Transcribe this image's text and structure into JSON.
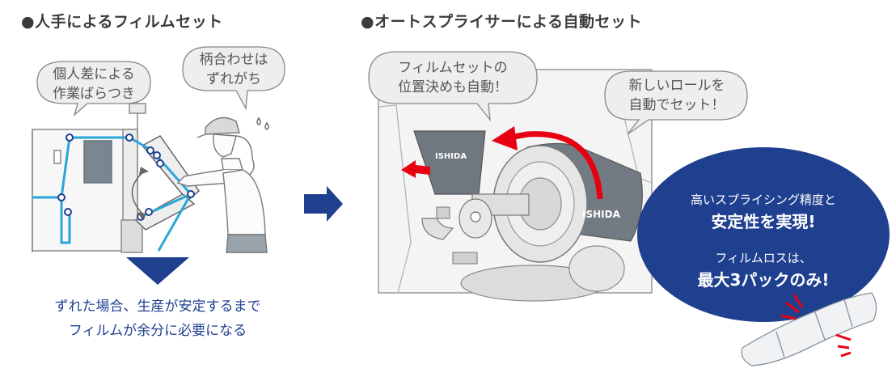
{
  "left_section": {
    "heading": "●人手によるフィルムセット",
    "bubble_worker": [
      "個人差による",
      "作業ばらつき"
    ],
    "bubble_pattern": [
      "柄合わせは",
      "ずれがち"
    ],
    "caption": [
      "ずれた場合、生産が安定するまで",
      "フィルムが余分に必要になる"
    ]
  },
  "right_section": {
    "heading": "●オートスプライサーによる自動セット",
    "bubble_position": [
      "フィルムセットの",
      "位置決めも自動！"
    ],
    "bubble_roll": [
      "新しいロールを",
      "自動でセット！"
    ],
    "brand_logo": "ISHIDA",
    "highlight": {
      "line1": "高いスプライシング精度と",
      "line2": "安定性を実現!",
      "line3": "フィルムロスは、",
      "line4": "最大3パックのみ!"
    }
  },
  "colors": {
    "navy": "#1f3f8f",
    "film_blue": "#2aa6d8",
    "alert_red": "#e60012",
    "bubble_gray": "#eeeeee",
    "line_gray": "#8a8a8a"
  },
  "icons": [
    "arrow-right-icon",
    "triangle-down-icon",
    "curved-arrow-icon",
    "speech-bubble-icon",
    "sweat-drop-icon"
  ]
}
